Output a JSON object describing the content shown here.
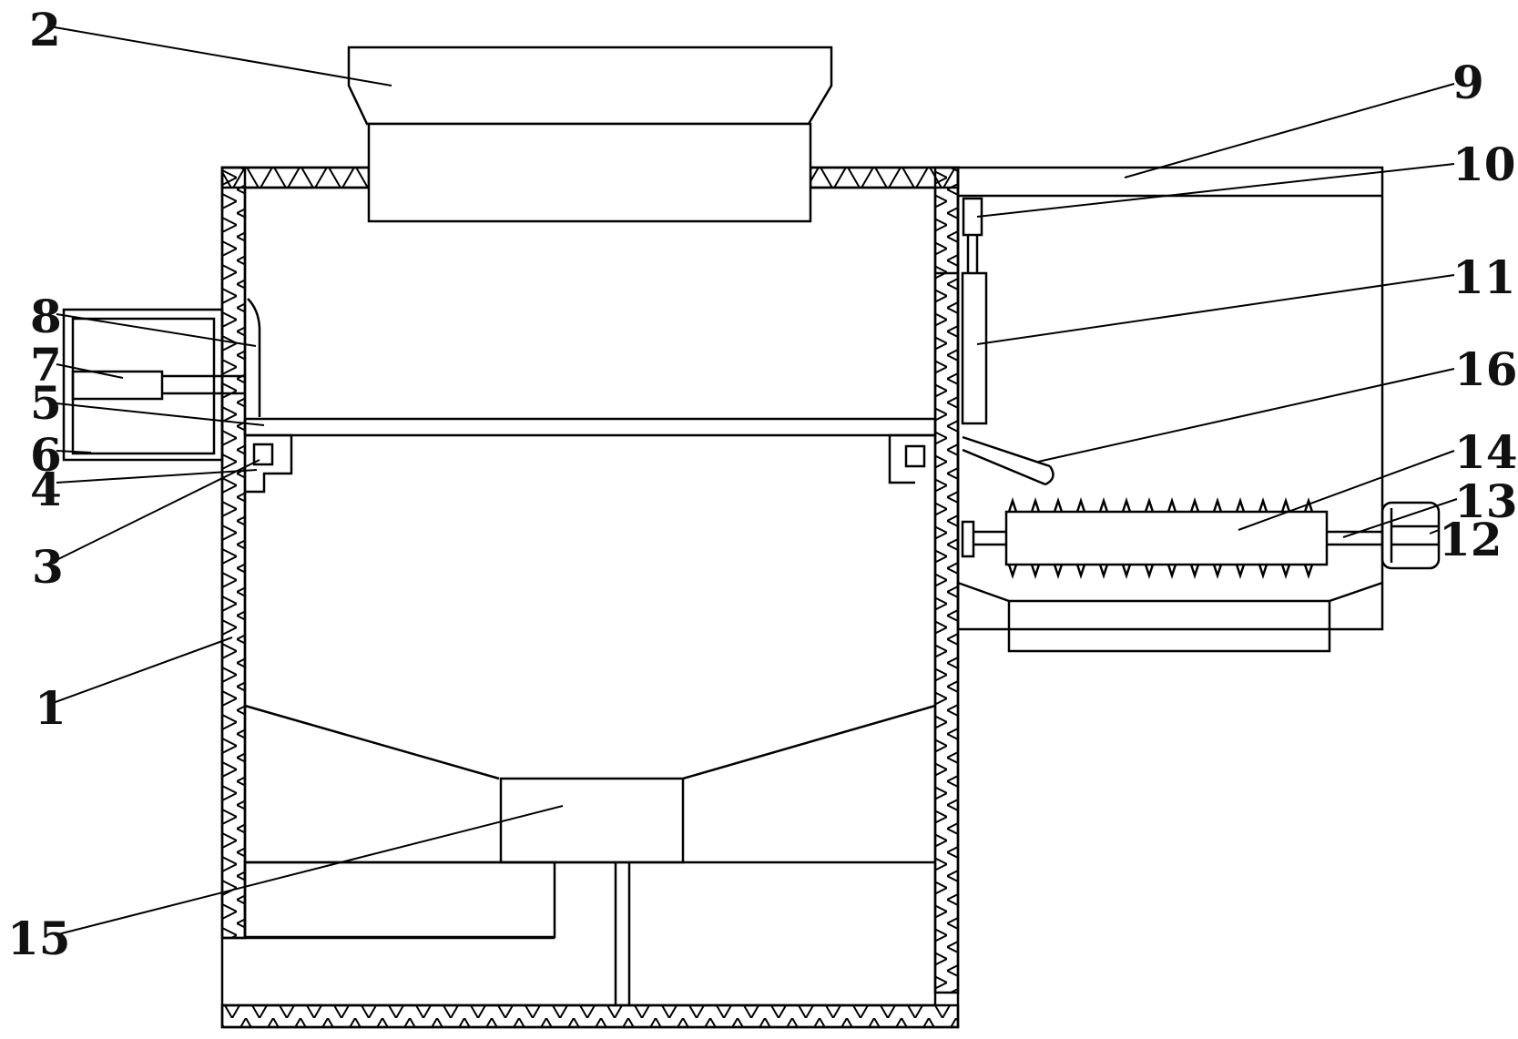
{
  "figure": {
    "labels": [
      {
        "id": "1",
        "text": "1"
      },
      {
        "id": "2",
        "text": "2"
      },
      {
        "id": "3",
        "text": "3"
      },
      {
        "id": "4",
        "text": "4"
      },
      {
        "id": "5",
        "text": "5"
      },
      {
        "id": "6",
        "text": "6"
      },
      {
        "id": "7",
        "text": "7"
      },
      {
        "id": "8",
        "text": "8"
      },
      {
        "id": "9",
        "text": "9"
      },
      {
        "id": "10",
        "text": "10"
      },
      {
        "id": "11",
        "text": "11"
      },
      {
        "id": "12",
        "text": "12"
      },
      {
        "id": "13",
        "text": "13"
      },
      {
        "id": "14",
        "text": "14"
      },
      {
        "id": "15",
        "text": "15"
      },
      {
        "id": "16",
        "text": "16"
      }
    ]
  }
}
